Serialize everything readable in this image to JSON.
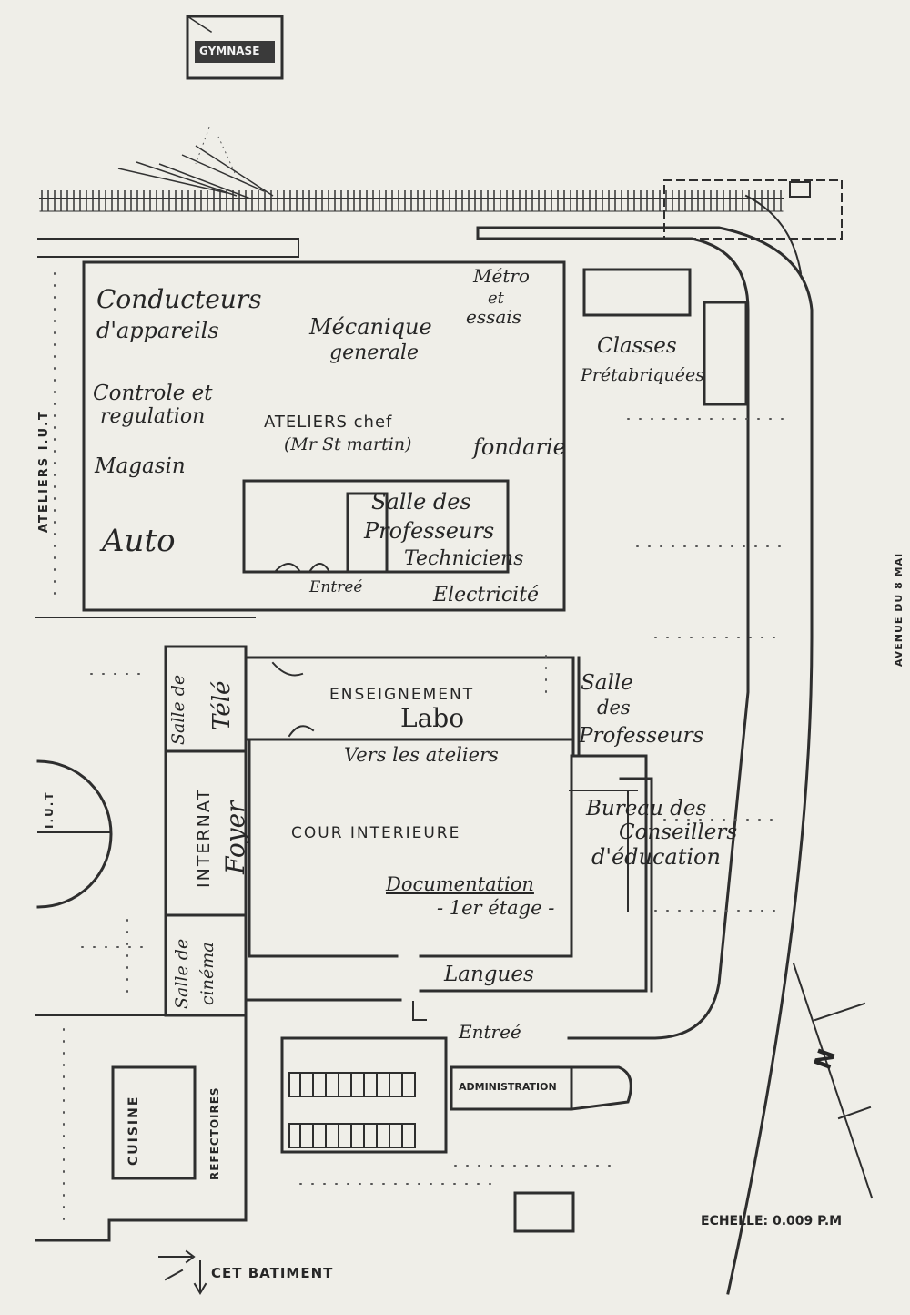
{
  "colors": {
    "paper": "#efeee8",
    "ink": "#2e2e2e"
  },
  "labels": {
    "gymnase": "GYMNASE",
    "conducteurs": "Conducteurs",
    "dappareils": "d'appareils",
    "mecanique": "Mécanique",
    "generale": "generale",
    "metro": "Métro",
    "et": "et",
    "essais": "essais",
    "controle": "Controle et",
    "regulation": "regulation",
    "ateliers_chef": "ATELIERS chef",
    "mr_st_martin": "(Mr St martin)",
    "fondarie": "fondarie",
    "magasin": "Magasin",
    "auto": "Auto",
    "salle_des_1": "Salle des",
    "professeurs_1": "Professeurs",
    "techniciens": "Techniciens",
    "entree_1": "Entreé",
    "electricite": "Electricité",
    "classes": "Classes",
    "prefabriquees": "Prétabriquées",
    "ateliers_iut": "ATELIERS  I.U.T",
    "avenue": "AVENUE DU 8 MAI",
    "salle_de": "Salle de",
    "tele": "Télé",
    "enseignement": "ENSEIGNEMENT",
    "labo": "Labo",
    "salle_2": "Salle",
    "des_2": "des",
    "professeurs_2": "Professeurs",
    "vers_ateliers": "Vers les ateliers",
    "internat": "INTERNAT",
    "foyer": "Foyer",
    "cour": "COUR  INTERIEURE",
    "bureau": "Bureau des",
    "conseillers": "Conseillers",
    "education": "d'éducation",
    "documentation": "Documentation",
    "etage": "- 1er étage -",
    "iut": "I.U.T",
    "salle_cinema_1": "Salle de",
    "salle_cinema_2": "cinéma",
    "langues": "Langues",
    "entree_2": "Entreé",
    "cuisine": "CUISINE",
    "refectoires": "REFECTOIRES",
    "administration": "ADMINISTRATION",
    "echelle": "ECHELLE: 0.009  P.M",
    "cet_batiment": "CET  BATIMENT",
    "north": "N"
  }
}
